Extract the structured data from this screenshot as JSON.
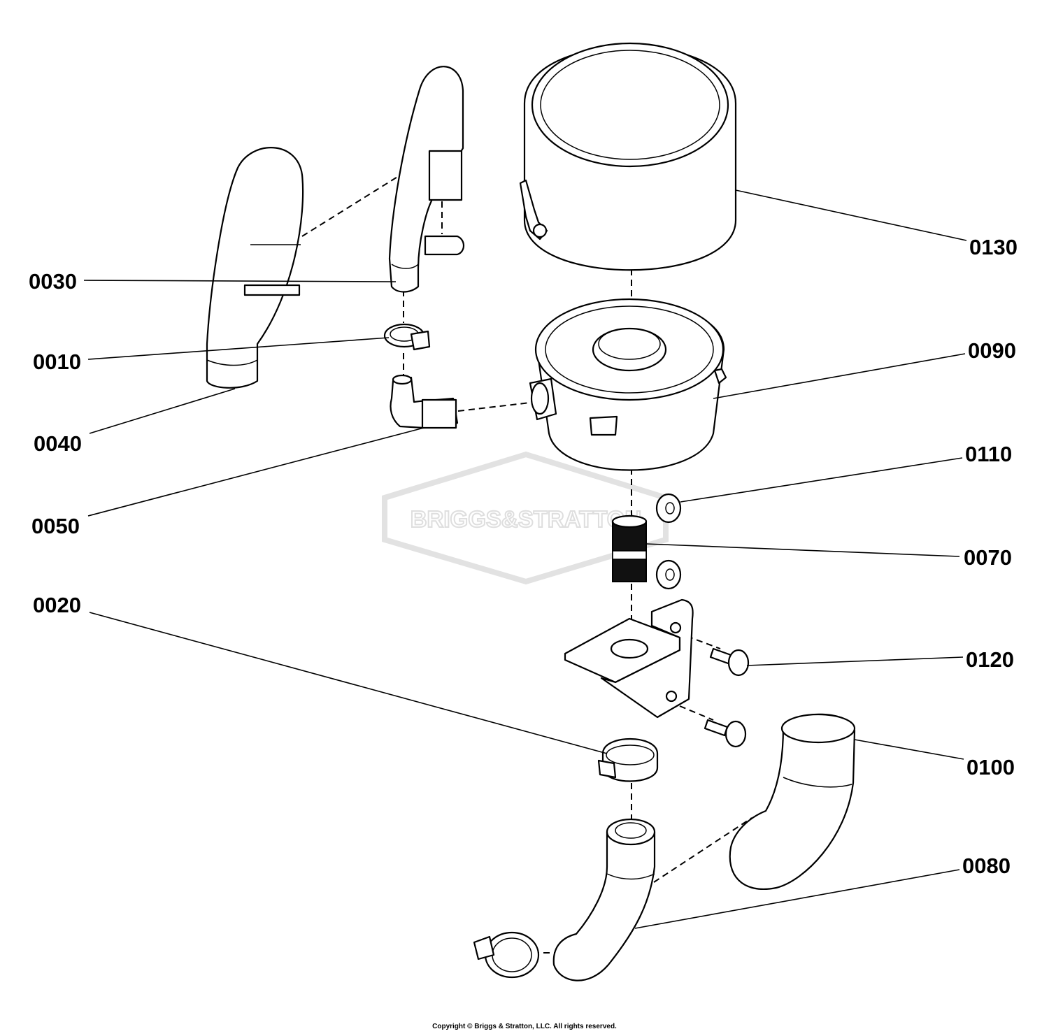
{
  "callouts": {
    "c0010": "0010",
    "c0020": "0020",
    "c0030": "0030",
    "c0040": "0040",
    "c0050": "0050",
    "c0070": "0070",
    "c0080": "0080",
    "c0090": "0090",
    "c0100": "0100",
    "c0110": "0110",
    "c0120": "0120",
    "c0130": "0130"
  },
  "watermark": {
    "text": "BRIGGS&STRATTON",
    "icon": "briggs-stratton-logo-watermark"
  },
  "copyright": "Copyright © Briggs & Stratton, LLC. All rights reserved."
}
